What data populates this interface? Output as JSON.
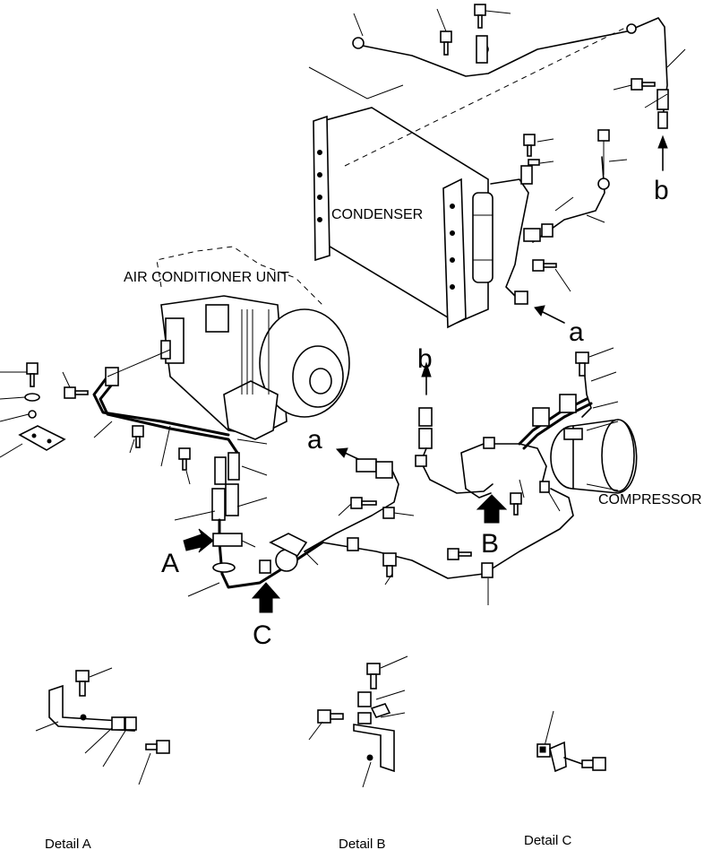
{
  "labels": {
    "condenser": "CONDENSER",
    "air_conditioner_unit": "AIR CONDITIONER UNIT",
    "compressor": "COMPRESSOR"
  },
  "connection_markers": {
    "a_top": "a",
    "a_left": "a",
    "b_right": "b",
    "b_center": "b"
  },
  "view_markers": {
    "A": "A",
    "B": "B",
    "C": "C"
  },
  "details": {
    "a": "Detail A",
    "b": "Detail B",
    "c": "Detail C"
  }
}
